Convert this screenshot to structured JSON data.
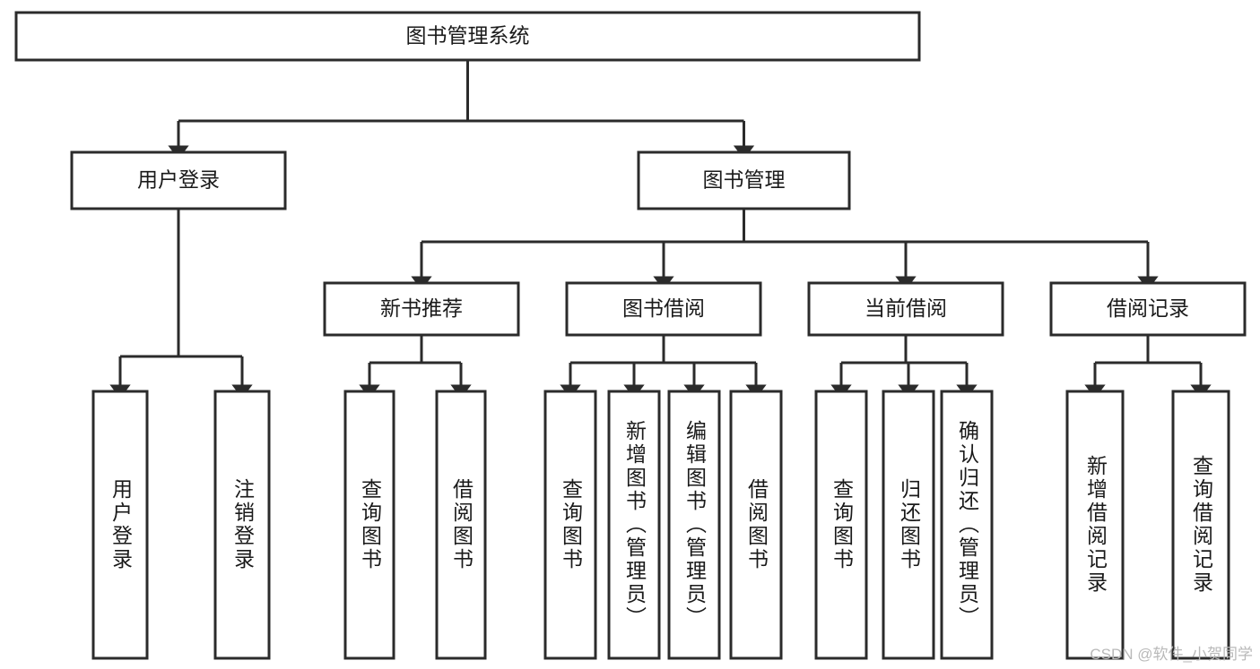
{
  "diagram": {
    "title": "图书管理系统",
    "type": "hierarchy-tree",
    "root": {
      "id": "root",
      "label": "图书管理系统",
      "orientation": "horizontal"
    },
    "level2": [
      {
        "id": "user-login",
        "label": "用户登录",
        "orientation": "horizontal"
      },
      {
        "id": "book-manage",
        "label": "图书管理",
        "orientation": "horizontal"
      }
    ],
    "level3": [
      {
        "id": "new-book-recommend",
        "label": "新书推荐",
        "parent": "book-manage",
        "orientation": "horizontal"
      },
      {
        "id": "book-borrow",
        "label": "图书借阅",
        "parent": "book-manage",
        "orientation": "horizontal"
      },
      {
        "id": "current-borrow",
        "label": "当前借阅",
        "parent": "book-manage",
        "orientation": "horizontal"
      },
      {
        "id": "borrow-record",
        "label": "借阅记录",
        "parent": "book-manage",
        "orientation": "horizontal"
      }
    ],
    "leaves": [
      {
        "id": "leaf-user-login",
        "label": "用户登录",
        "parent": "user-login",
        "orientation": "vertical"
      },
      {
        "id": "leaf-user-logout",
        "label": "注销登录",
        "parent": "user-login",
        "orientation": "vertical"
      },
      {
        "id": "leaf-query-book-1",
        "label": "查询图书",
        "parent": "new-book-recommend",
        "orientation": "vertical"
      },
      {
        "id": "leaf-borrow-book-1",
        "label": "借阅图书",
        "parent": "new-book-recommend",
        "orientation": "vertical"
      },
      {
        "id": "leaf-query-book-2",
        "label": "查询图书",
        "parent": "book-borrow",
        "orientation": "vertical"
      },
      {
        "id": "leaf-add-book",
        "label": "新增图书（管理员）",
        "parent": "book-borrow",
        "orientation": "vertical"
      },
      {
        "id": "leaf-edit-book",
        "label": "编辑图书（管理员）",
        "parent": "book-borrow",
        "orientation": "vertical"
      },
      {
        "id": "leaf-borrow-book-2",
        "label": "借阅图书",
        "parent": "book-borrow",
        "orientation": "vertical"
      },
      {
        "id": "leaf-query-book-3",
        "label": "查询图书",
        "parent": "current-borrow",
        "orientation": "vertical"
      },
      {
        "id": "leaf-return-book",
        "label": "归还图书",
        "parent": "current-borrow",
        "orientation": "vertical"
      },
      {
        "id": "leaf-confirm-return",
        "label": "确认归还（管理员）",
        "parent": "current-borrow",
        "orientation": "vertical"
      },
      {
        "id": "leaf-add-record",
        "label": "新增借阅记录",
        "parent": "borrow-record",
        "orientation": "vertical"
      },
      {
        "id": "leaf-query-record",
        "label": "查询借阅记录",
        "parent": "borrow-record",
        "orientation": "vertical"
      }
    ],
    "colors": {
      "stroke": "#2b2b2b",
      "fill": "#ffffff",
      "text": "#1a1a1a",
      "watermark": "#b9b9b9"
    }
  },
  "watermark": {
    "text": "CSDN @软件_小贺同学"
  }
}
